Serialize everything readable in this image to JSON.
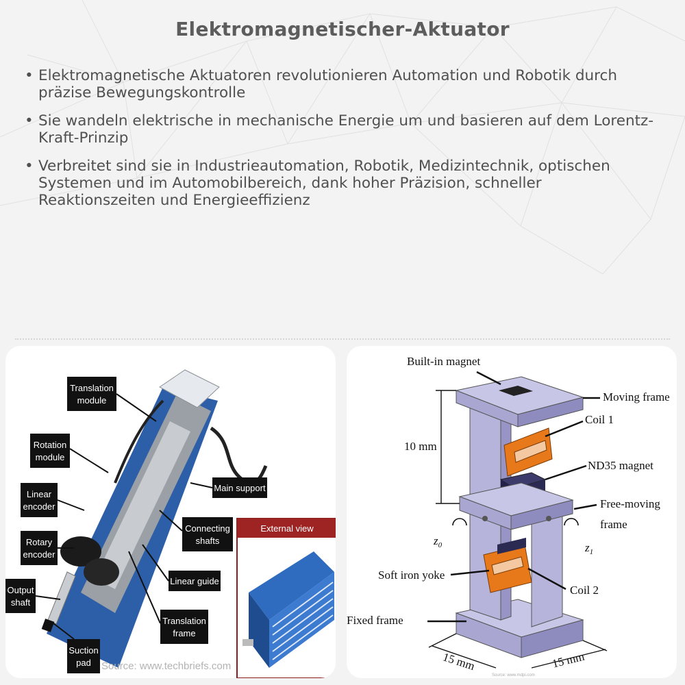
{
  "title": "Elektromagnetischer-Aktuator",
  "bullets": [
    "Elektromagnetische Aktuatoren revolutionieren Automation und Robotik durch präzise Bewegungskontrolle",
    "Sie wandeln elektrische in mechanische Energie um und basieren auf dem Lorentz-Kraft-Prinzip",
    "Verbreitet sind sie in Industrieautomation, Robotik, Medizintechnik, optischen Systemen und im Automobilbereich, dank hoher Präzision, schneller Reaktionszeiten und Energieeffizienz"
  ],
  "bullet_symbol": "•",
  "left_image": {
    "labels": {
      "translation_module": [
        "Translation",
        "module"
      ],
      "rotation_module": [
        "Rotation",
        "module"
      ],
      "linear_encoder": [
        "Linear",
        "encoder"
      ],
      "rotary_encoder": [
        "Rotary",
        "encoder"
      ],
      "output_shaft": [
        "Output",
        "shaft"
      ],
      "suction_pad": [
        "Suction",
        "pad"
      ],
      "main_support": "Main support",
      "connecting_shafts": [
        "Connecting",
        "shafts"
      ],
      "linear_guide": "Linear guide",
      "translation_frame": [
        "Translation",
        "frame"
      ]
    },
    "external_view_title": "External view",
    "source": "Source: www.techbriefs.com"
  },
  "right_image": {
    "labels": {
      "built_in_magnet": "Built-in magnet",
      "moving_frame": "Moving frame",
      "coil_1": "Coil 1",
      "height": "10 mm",
      "nd35_magnet": "ND35 magnet",
      "free_moving_frame": [
        "Free-moving",
        "frame"
      ],
      "z0": "z",
      "z0_sub": "0",
      "z1": "z",
      "z1_sub": "1",
      "soft_iron_yoke": "Soft iron yoke",
      "coil_2": "Coil 2",
      "fixed_frame": "Fixed frame",
      "width_a": "15 mm",
      "width_b": "15 mm"
    },
    "source": "Source: www.mdpi.com"
  },
  "colors": {
    "frame": "#b7b4dc",
    "coil": "#e8791a",
    "magnet": "#2b2a52",
    "actuator_blue": "#2d5fa8",
    "label_box": "#111111"
  }
}
